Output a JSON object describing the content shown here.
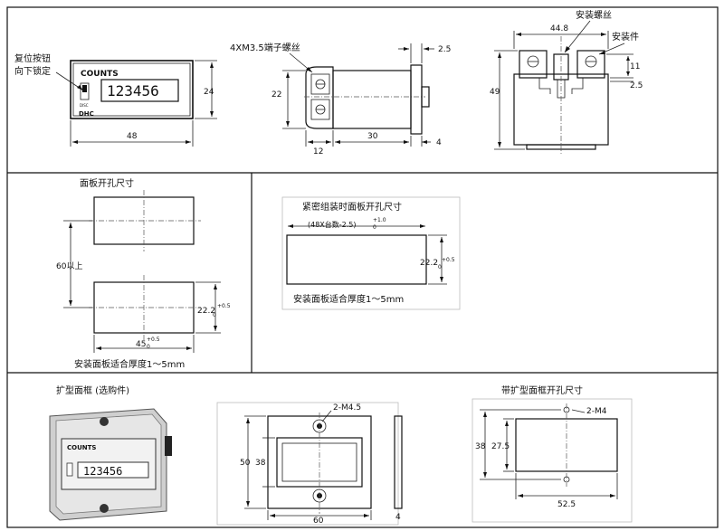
{
  "front_view": {
    "reset_label_line1": "复位按钮",
    "reset_label_line2": "向下锁定",
    "counts_label": "COUNTS",
    "display_digits": "123456",
    "brand": "DHC",
    "tiny_label": "DISC",
    "dim_width": "48",
    "dim_height": "24"
  },
  "side_view": {
    "screw_label": "4XM3.5端子螺丝",
    "dim_height": "22",
    "dim_left": "12",
    "dim_body": "30",
    "dim_right": "4",
    "dim_top": "2.5"
  },
  "rear_view": {
    "screw_label": "安装螺丝",
    "bracket_label": "安装件",
    "dim_width": "44.8",
    "dim_height": "49",
    "dim_11": "11",
    "dim_25": "2.5"
  },
  "panel_cutout": {
    "title": "面板开孔尺寸",
    "dim_spacing": "60以上",
    "dim_height": "22.2",
    "dim_height_tol": "+0.5",
    "dim_height_tol_low": "0",
    "dim_width": "45",
    "dim_width_tol": "+0.5",
    "dim_width_tol_low": "0",
    "thickness_note": "安装面板适合厚度1～5mm"
  },
  "close_cutout": {
    "title": "紧密组装时面板开孔尺寸",
    "dim_formula": "(48X台数-2.5)",
    "dim_formula_tol": "+1.0",
    "dim_formula_tol_low": "0",
    "dim_height": "22.2",
    "dim_height_tol": "+0.5",
    "dim_height_tol_low": "0",
    "thickness_note": "安装面板适合厚度1～5mm"
  },
  "frame_photo": {
    "title": "扩型面框 (选购件)",
    "counts_label": "COUNTS",
    "display_digits": "123456"
  },
  "frame_drawing": {
    "hole_label": "2-M4.5",
    "dim_50": "50",
    "dim_38": "38",
    "dim_60": "60",
    "dim_4": "4"
  },
  "frame_cutout": {
    "title": "带扩型面框开孔尺寸",
    "hole_label": "2-M4",
    "dim_38": "38",
    "dim_275": "27.5",
    "dim_525": "52.5"
  }
}
